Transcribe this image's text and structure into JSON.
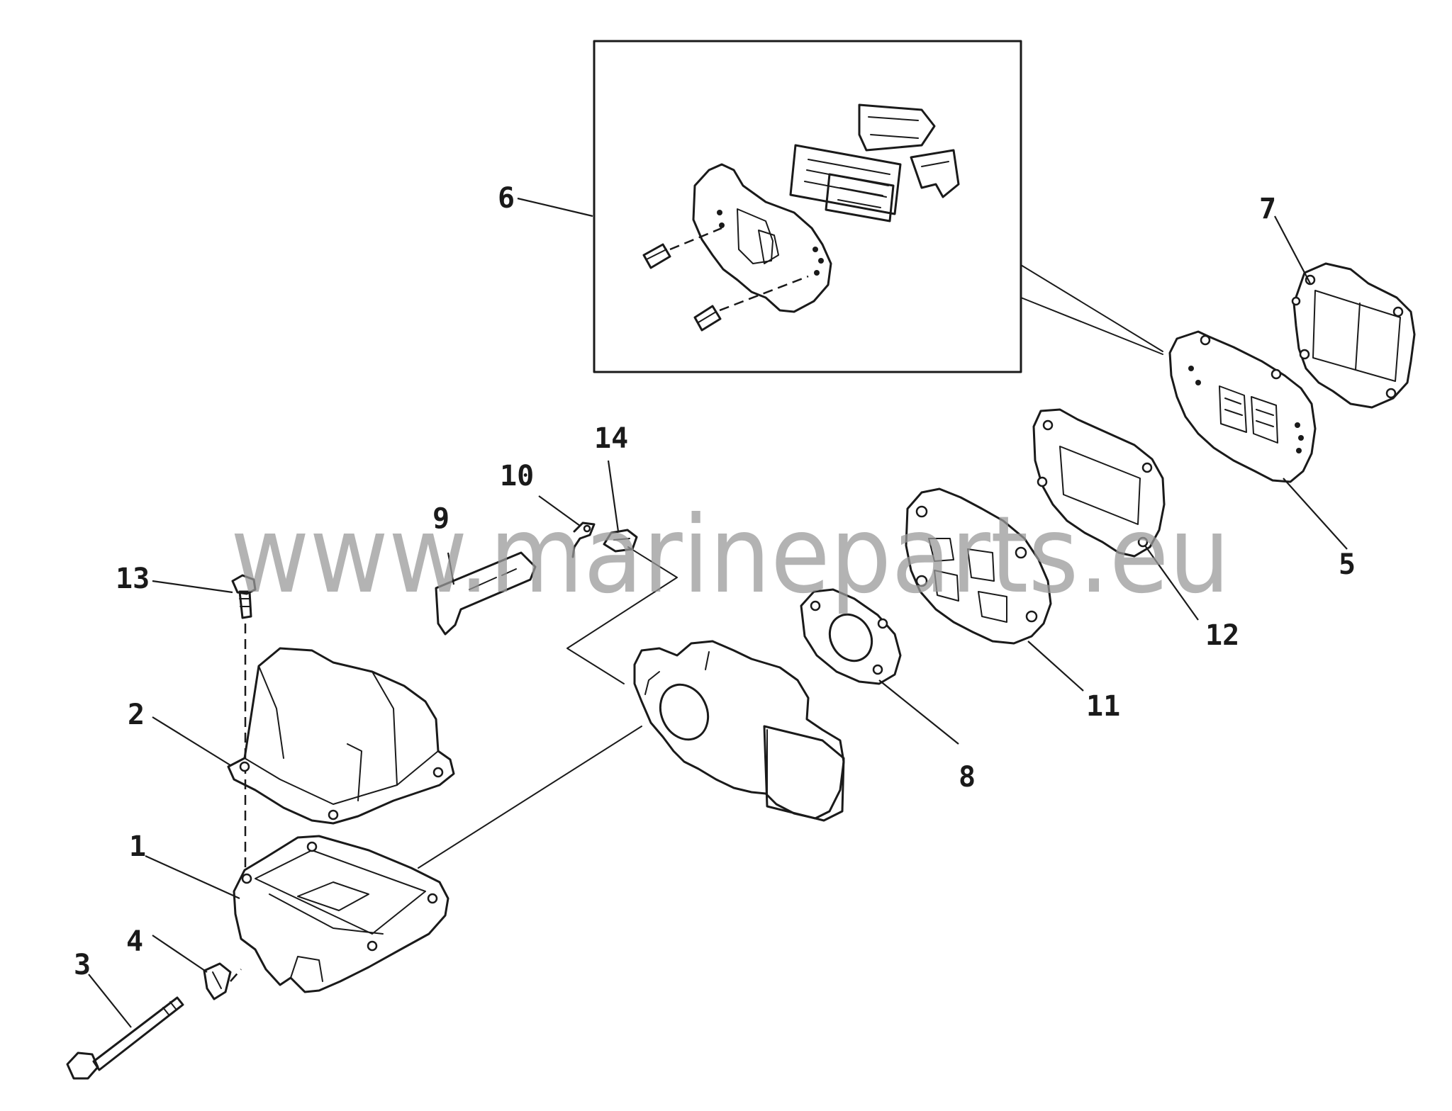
{
  "watermark": "www.marineparts.eu",
  "callouts": {
    "c1": "1",
    "c2": "2",
    "c3": "3",
    "c4": "4",
    "c5": "5",
    "c6": "6",
    "c7": "7",
    "c8": "8",
    "c9": "9",
    "c10": "10",
    "c11": "11",
    "c12": "12",
    "c13": "13",
    "c14": "14"
  },
  "colors": {
    "ink": "#1a1a1a",
    "watermark": "#9a9a9a",
    "background": "#ffffff"
  }
}
